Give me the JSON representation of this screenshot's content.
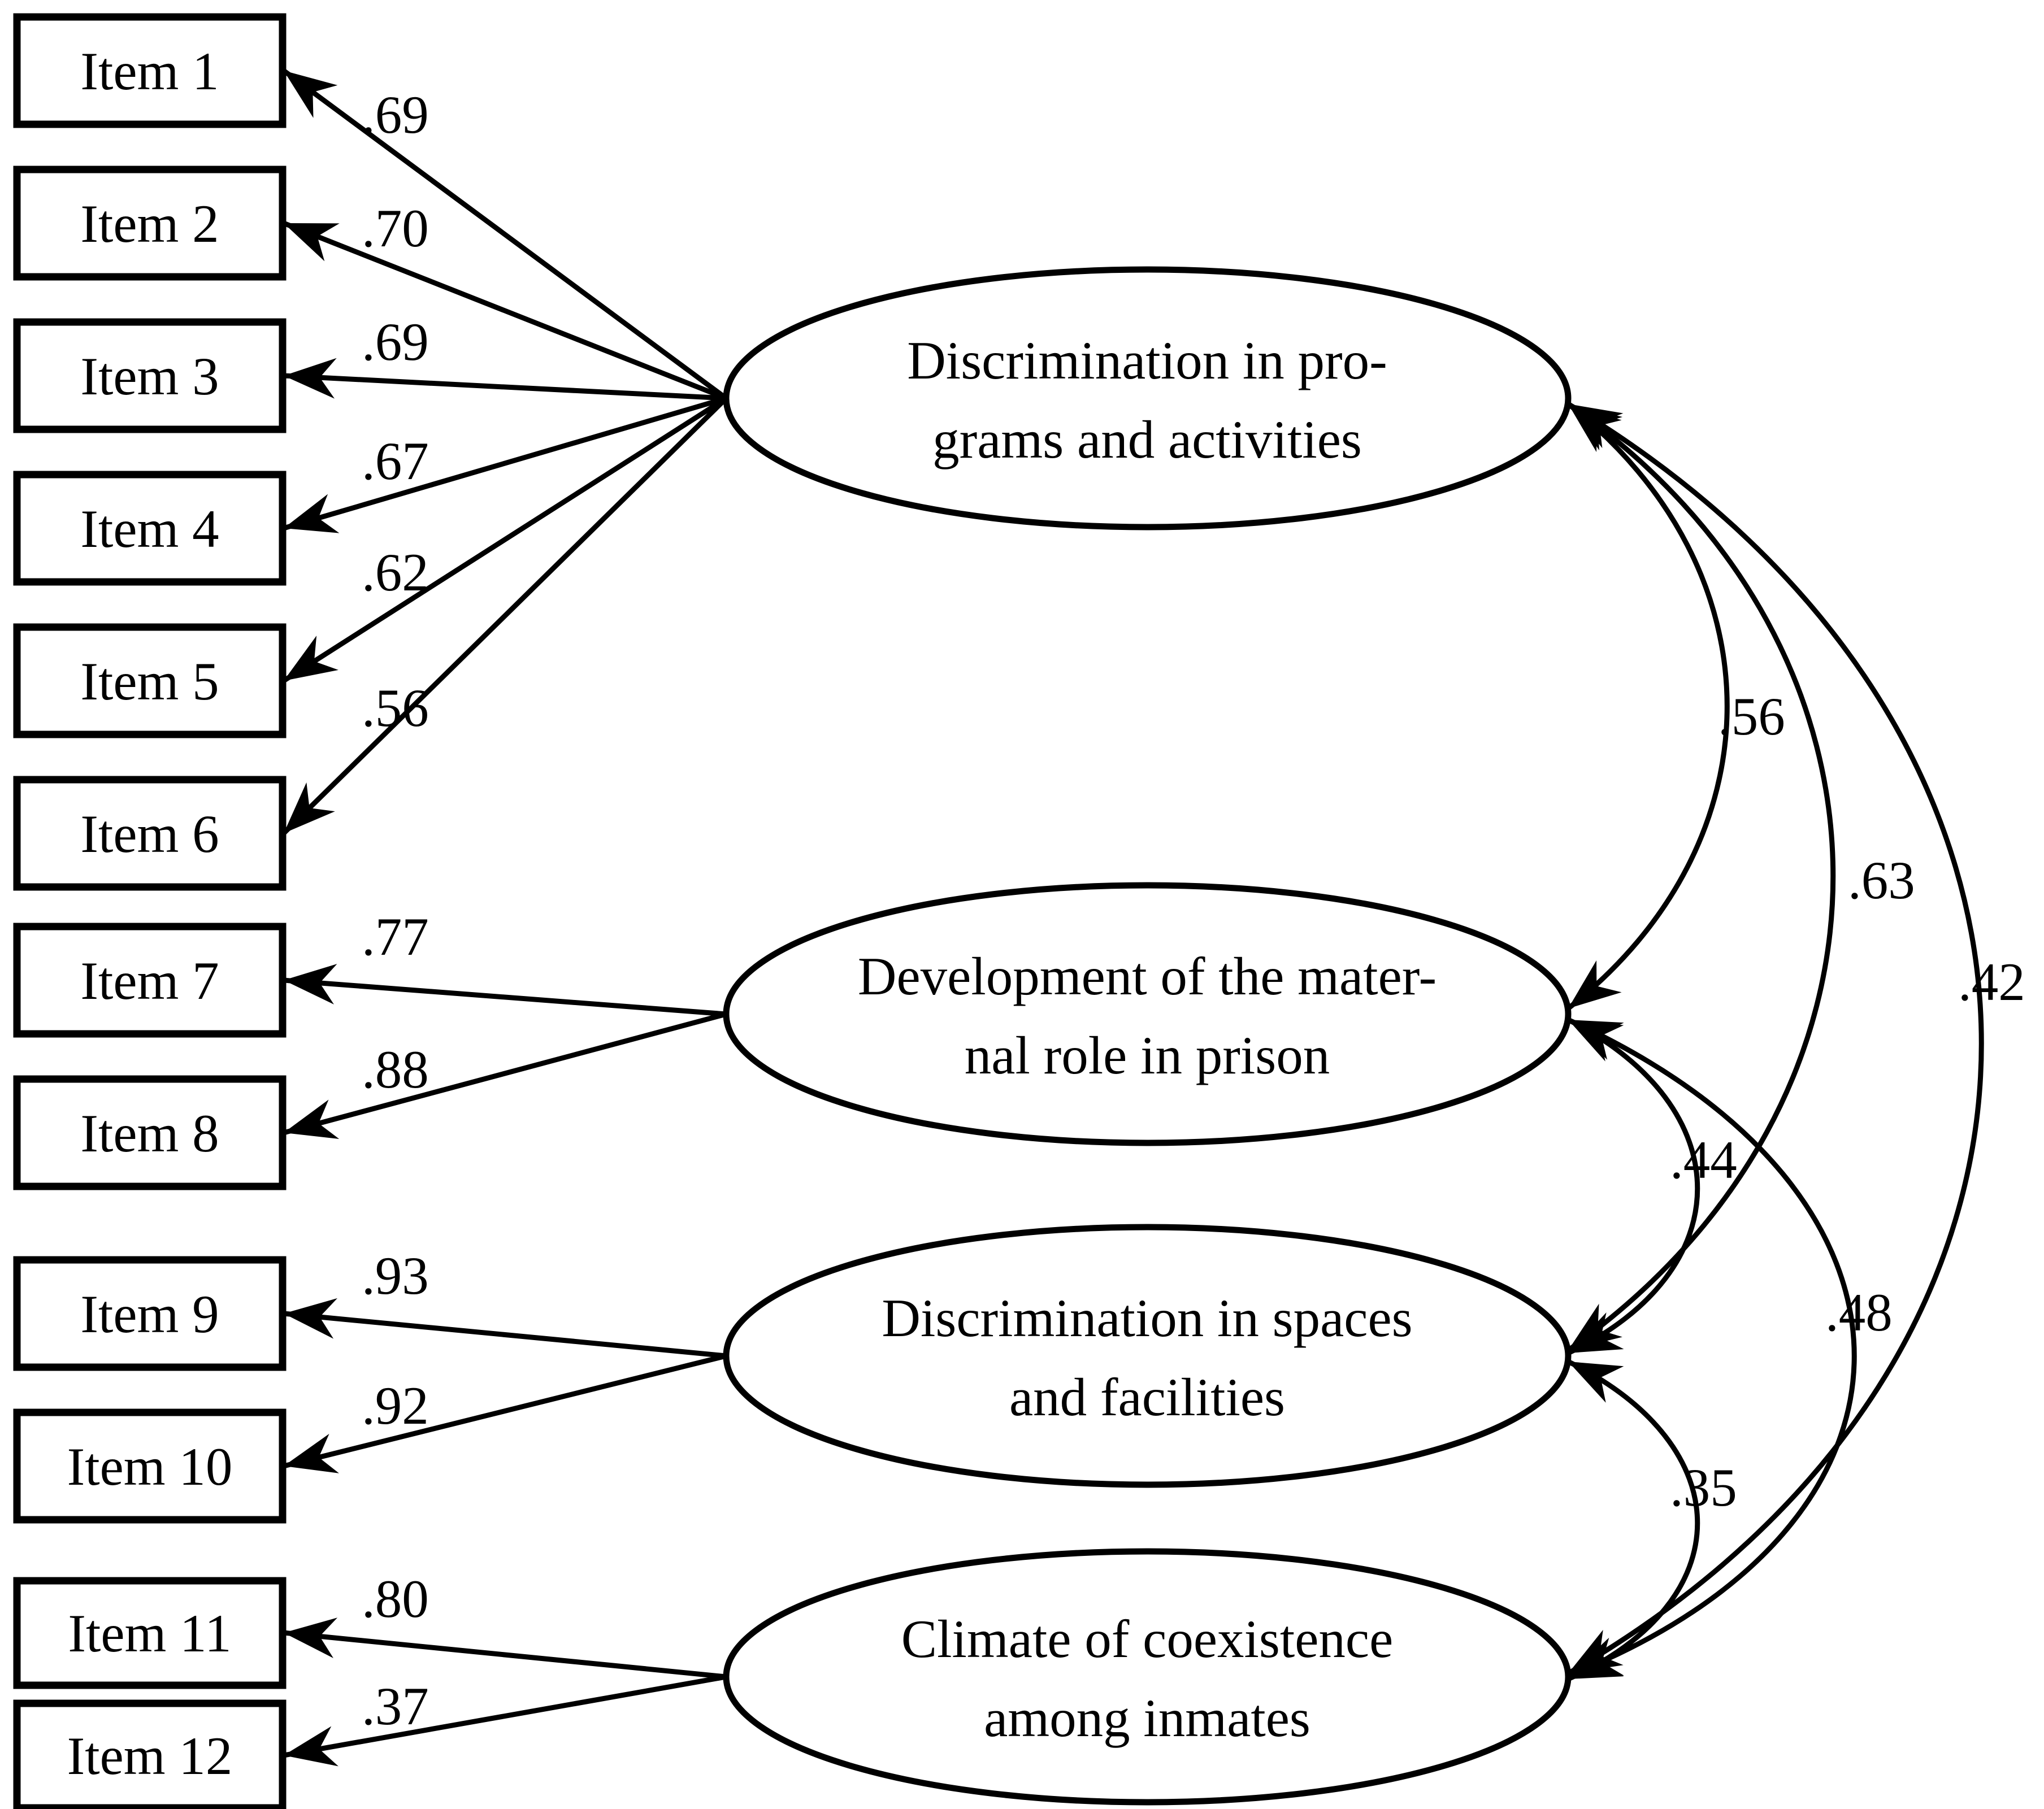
{
  "page": {
    "background_color": "#ffffff",
    "line_color": "#000000"
  },
  "model": {
    "factors": [
      {
        "name_lines": [
          "Discrimination in pro-",
          "grams and activities"
        ],
        "items": [
          {
            "label": "Item 1",
            "loading": ".69"
          },
          {
            "label": "Item 2",
            "loading": ".70"
          },
          {
            "label": "Item 3",
            "loading": ".69"
          },
          {
            "label": "Item 4",
            "loading": ".67"
          },
          {
            "label": "Item 5",
            "loading": ".62"
          },
          {
            "label": "Item 6",
            "loading": ".56"
          }
        ]
      },
      {
        "name_lines": [
          "Development of the mater-",
          "nal role in prison"
        ],
        "items": [
          {
            "label": "Item 7",
            "loading": ".77"
          },
          {
            "label": "Item 8",
            "loading": ".88"
          }
        ]
      },
      {
        "name_lines": [
          "Discrimination in spaces",
          "and facilities"
        ],
        "items": [
          {
            "label": "Item 9",
            "loading": ".93"
          },
          {
            "label": "Item 10",
            "loading": ".92"
          }
        ]
      },
      {
        "name_lines": [
          "Climate of coexistence",
          "among inmates"
        ],
        "items": [
          {
            "label": "Item 11",
            "loading": ".80"
          },
          {
            "label": "Item 12",
            "loading": ".37"
          }
        ]
      }
    ],
    "correlations": [
      {
        "pair": "factor1-factor2",
        "value": ".56"
      },
      {
        "pair": "factor1-factor3",
        "value": ".63"
      },
      {
        "pair": "factor1-factor4",
        "value": ".42"
      },
      {
        "pair": "factor2-factor3",
        "value": ".44"
      },
      {
        "pair": "factor2-factor4",
        "value": ".48"
      },
      {
        "pair": "factor3-factor4",
        "value": ".35"
      }
    ]
  }
}
